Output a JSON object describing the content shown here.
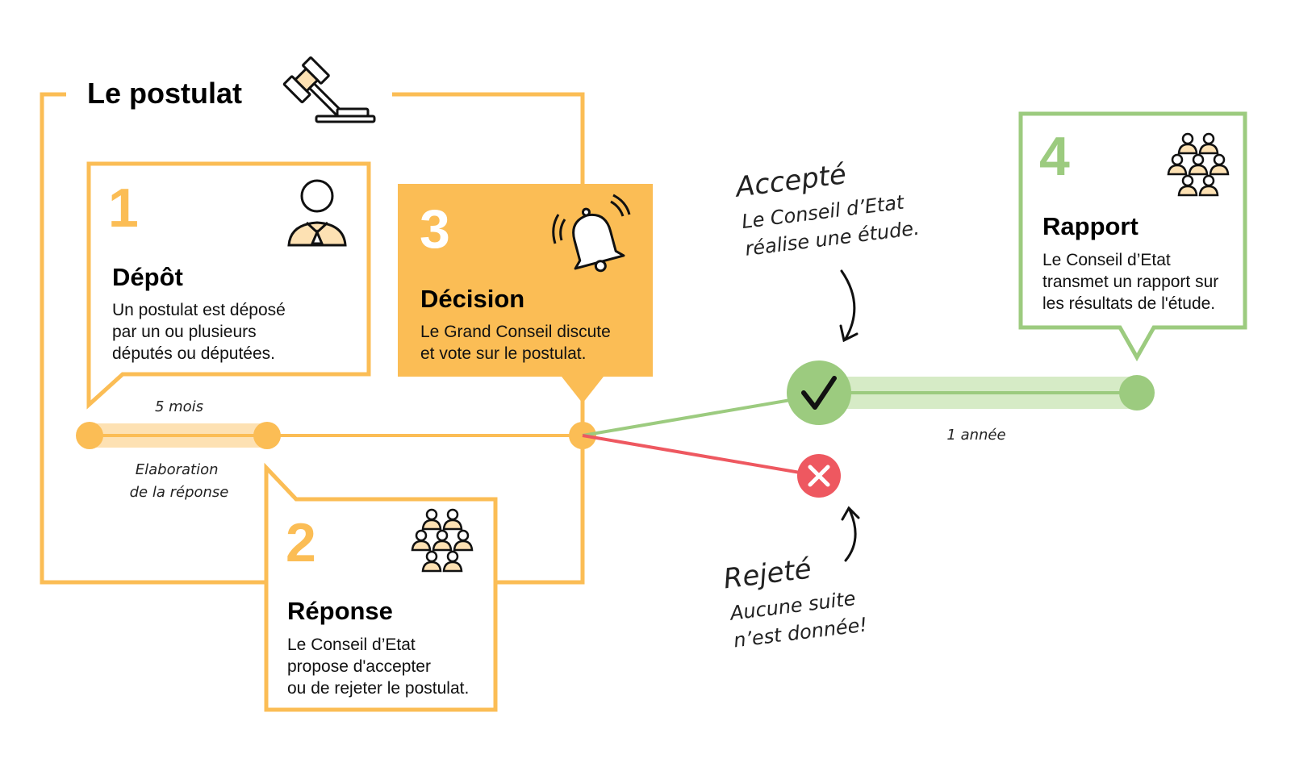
{
  "title": "Le postulat",
  "steps": [
    {
      "number": "1",
      "heading": "Dépôt",
      "lines": [
        "Un postulat est déposé",
        "par un ou plusieurs",
        "députés ou députées."
      ]
    },
    {
      "number": "2",
      "heading": "Réponse",
      "lines": [
        "Le Conseil d’Etat",
        "propose d'accepter",
        "ou de rejeter le postulat."
      ]
    },
    {
      "number": "3",
      "heading": "Décision",
      "lines": [
        "Le Grand Conseil discute",
        "et vote sur le postulat."
      ]
    },
    {
      "number": "4",
      "heading": "Rapport",
      "lines": [
        "Le Conseil d’Etat",
        "transmet un rapport sur",
        "les résultats de l'étude."
      ]
    }
  ],
  "timeline": {
    "duration_top": "5 mois",
    "elaboration": [
      "Elaboration",
      "de la réponse"
    ],
    "year": "1 année"
  },
  "outcomes": {
    "accepted": {
      "title": "Accepté",
      "lines": [
        "Le Conseil d’Etat",
        "réalise une étude."
      ]
    },
    "rejected": {
      "title": "Rejeté",
      "lines": [
        "Aucune suite",
        "n’est donnée!"
      ]
    }
  },
  "colors": {
    "orange": "#fbbd55",
    "orange_light": "#fde1b3",
    "green": "#9ccb7f",
    "green_light": "#d6ebc6",
    "red": "#ee5860",
    "dark": "#111111"
  },
  "icons": [
    "gavel-icon",
    "person-icon",
    "bell-icon",
    "group-icon",
    "check-icon",
    "cross-icon"
  ]
}
